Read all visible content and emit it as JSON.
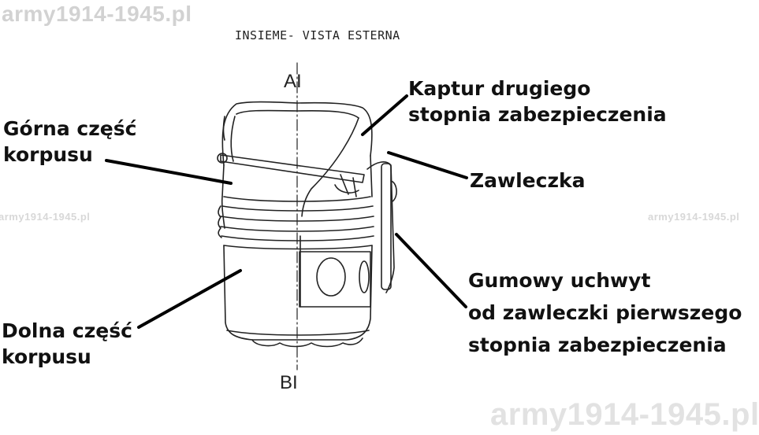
{
  "watermarks": {
    "top": "army1914-1945.pl",
    "left": "army1914-1945.pl",
    "right": "army1914-1945.pl",
    "bottom": "army1914-1945.pl"
  },
  "heading": "INSIEME- VISTA ESTERNA",
  "axis": {
    "top": "AI",
    "bottom": "BI"
  },
  "labels": {
    "upper_body": [
      "Górna część",
      "korpusu"
    ],
    "lower_body": [
      "Dolna część",
      "korpusu"
    ],
    "cap": [
      "Kaptur drugiego",
      "stopnia zabezpieczenia"
    ],
    "pin": [
      "Zawleczka"
    ],
    "rubber_grip": [
      "Gumowy uchwyt",
      "od zawleczki pierwszego",
      "stopnia zabezpieczenia"
    ]
  }
}
